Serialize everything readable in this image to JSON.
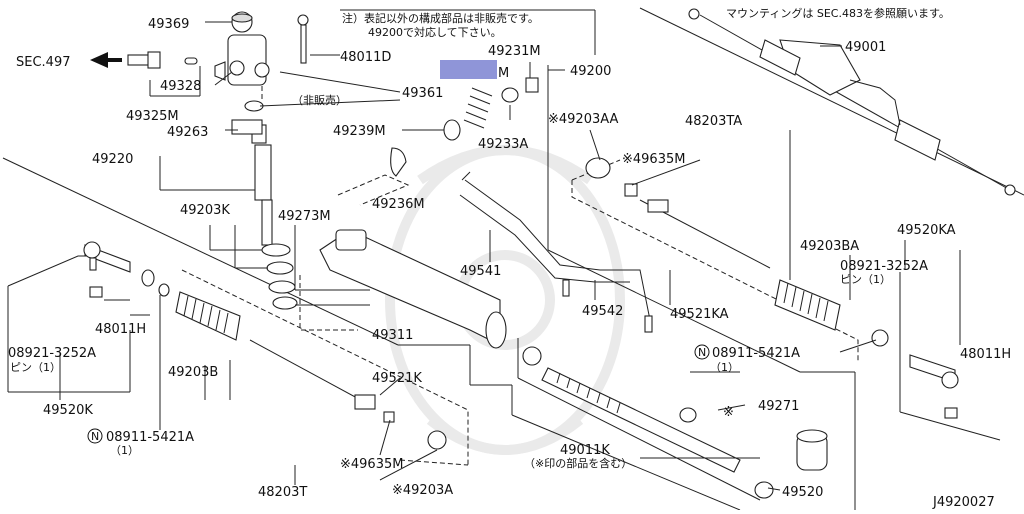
{
  "notes": {
    "note_jp_1": "注）表記以外の構成部品は非販売です。",
    "note_jp_2": "49200で対応して下さい。",
    "mounting_note": "マウンティングは SEC.483を参照願います。",
    "not_sold": "（非販売）",
    "includes_marked": "（※印の部品を含む）",
    "pin_1": "ピン（1）",
    "pin_1b": "ピン（1）",
    "qty_1a": "（1）",
    "qty_1b": "（1）"
  },
  "diagram_id": "J4920027",
  "labels": {
    "sec497": "SEC.497",
    "p49369": "49369",
    "p48011D": "48011D",
    "p49231M": "49231M",
    "p49200": "49200",
    "p49001": "49001",
    "p49328": "49328",
    "p49325M": "49325M",
    "p49361": "49361",
    "p49263": "49263",
    "p49239M": "49239M",
    "p49233A": "49233A",
    "p49220": "49220",
    "p49203AA": "※49203AA",
    "p48203TA": "48203TA",
    "p49635M_top": "※49635M",
    "p49236M": "49236M",
    "p49203K": "49203K",
    "p49273M": "49273M",
    "p49203BA": "49203BA",
    "p49520KA": "49520KA",
    "p08921_right": "08921-3252A",
    "p49541": "49541",
    "p49542": "49542",
    "p49521KA": "49521KA",
    "p48011H_left": "48011H",
    "p08921_left": "08921-3252A",
    "p49311": "49311",
    "p08911_right": "08911-5421A",
    "p48011H_right": "48011H",
    "p49203B": "49203B",
    "p49521K": "49521K",
    "p49271": "49271",
    "p49271_mark": "※",
    "p49520K": "49520K",
    "p08911_left": "08911-5421A",
    "p49011K": "49011K",
    "p49635M_bot": "※49635M",
    "p49203A": "※49203A",
    "p48203T": "48203T",
    "p49520": "49520",
    "p49231M_suffix": "M",
    "n_mark": "N"
  }
}
